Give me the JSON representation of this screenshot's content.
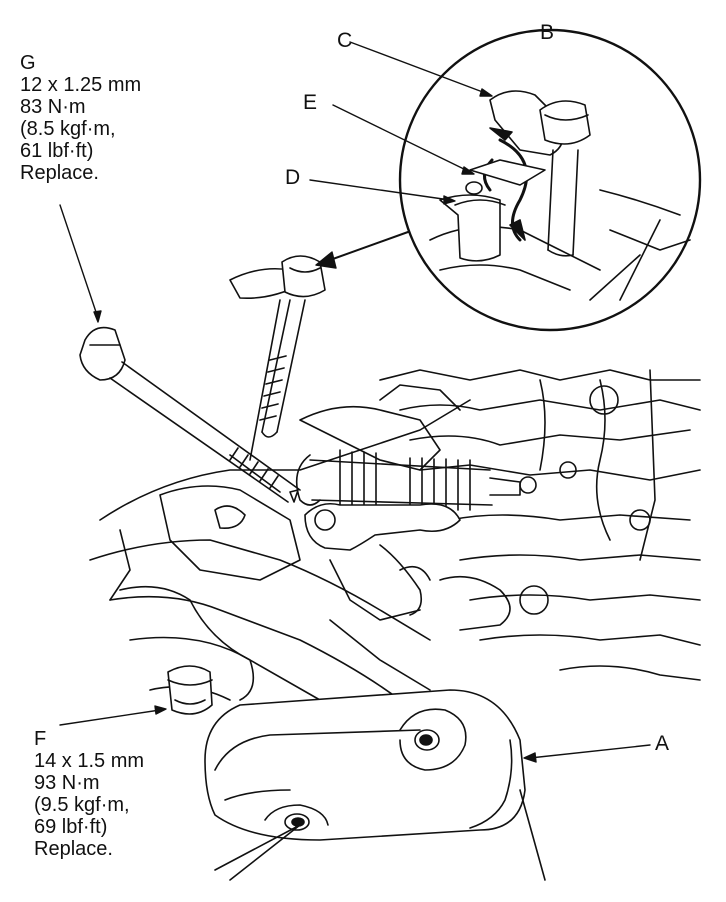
{
  "labels": {
    "a": "A",
    "b": "B",
    "c": "C",
    "d": "D",
    "e": "E"
  },
  "spec_g": {
    "letter": "G",
    "size": "12 x 1.25 mm",
    "torque_nm": "83 N·m",
    "torque_kgf": "(8.5 kgf·m,",
    "torque_lbf": "61 lbf·ft)",
    "note": "Replace."
  },
  "spec_f": {
    "letter": "F",
    "size": "14 x 1.5 mm",
    "torque_nm": "93 N·m",
    "torque_kgf": "(9.5 kgf·m,",
    "torque_lbf": "69 lbf·ft)",
    "note": "Replace."
  }
}
